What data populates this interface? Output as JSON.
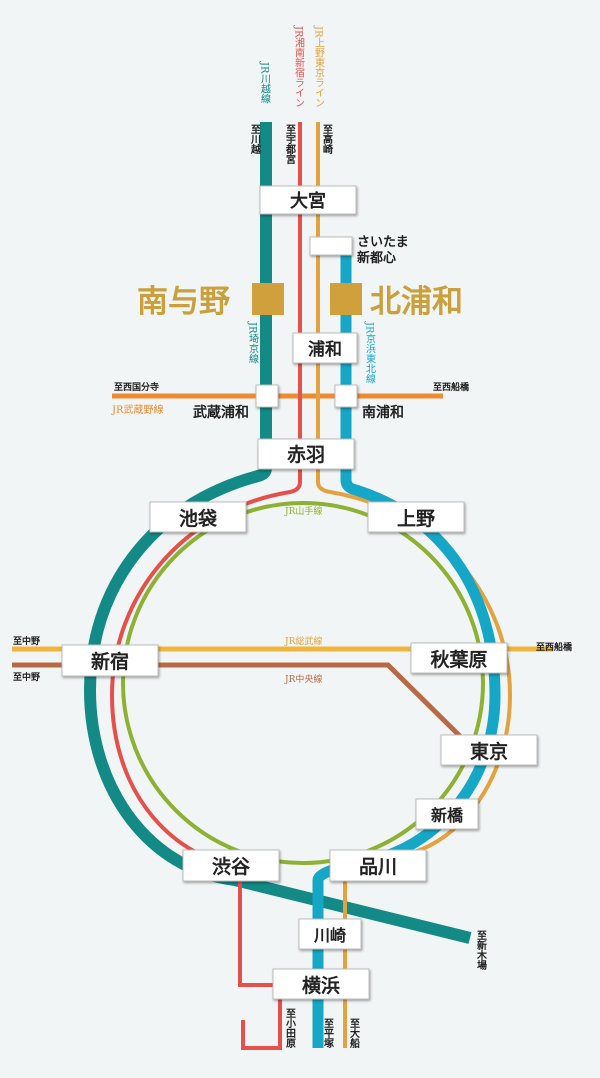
{
  "colors": {
    "background": "#f2f5f6",
    "saikyo_kawagoe": "#138a85",
    "shonan_shinjuku": "#e5504a",
    "ueno_tokyo": "#e3a23f",
    "keihin_tohoku": "#16a6c6",
    "musashino": "#ee8a32",
    "yamanote": "#8cb133",
    "sobu": "#f0b53c",
    "chuo": "#b86a45",
    "highlight": "#cfa03b"
  },
  "lines": {
    "kawagoe": "JR川越線",
    "shonan_shinjuku": "JR湘南新宿ライン",
    "ueno_tokyo": "JR上野東京ライン",
    "saikyo": "JR埼京線",
    "keihin_tohoku": "JR京浜東北線",
    "musashino": "JR武蔵野線",
    "yamanote": "JR山手線",
    "sobu": "JR総武線",
    "chuo": "JR中央線"
  },
  "destinations": {
    "kawagoe": "至川越",
    "utsunomiya": "至宇都宮",
    "takasaki": "至高崎",
    "nishikokubunji": "至西国分寺",
    "nishifunabashi_musashino": "至西船橋",
    "nakano_sobu": "至中野",
    "nakano_chuo": "至中野",
    "nishifunabashi_sobu": "至西船橋",
    "shinkiba": "至新木場",
    "odawara": "至小田原",
    "hiratsuka": "至平塚",
    "ofuna": "至大船"
  },
  "highlights": {
    "minamiyono": "南与野",
    "kitaurawa": "北浦和"
  },
  "stations": {
    "omiya": "大宮",
    "saitama_shintoshin_1": "さいたま",
    "saitama_shintoshin_2": "新都心",
    "urawa": "浦和",
    "musashi_urawa": "武蔵浦和",
    "minami_urawa": "南浦和",
    "akabane": "赤羽",
    "ikebukuro": "池袋",
    "ueno": "上野",
    "shinjuku": "新宿",
    "akihabara": "秋葉原",
    "tokyo": "東京",
    "shimbashi": "新橋",
    "shibuya": "渋谷",
    "shinagawa": "品川",
    "kawasaki": "川崎",
    "yokohama": "横浜"
  }
}
